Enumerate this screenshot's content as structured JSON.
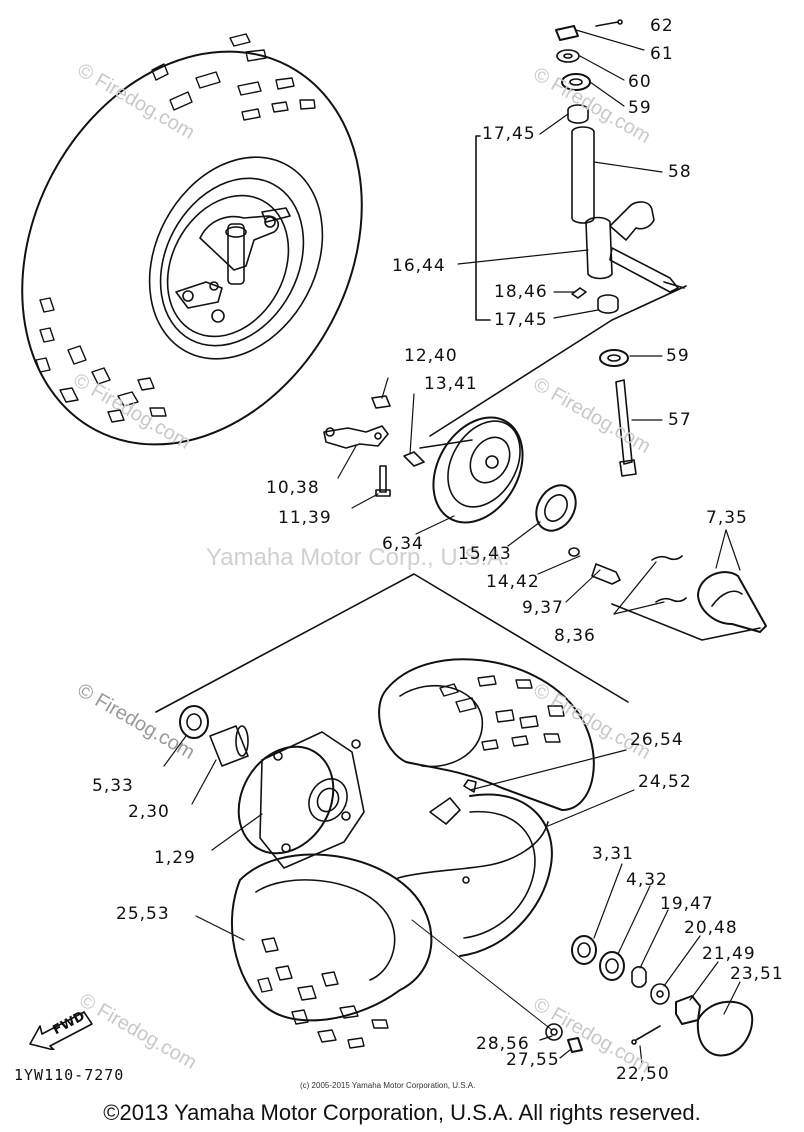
{
  "watermarks": {
    "center": "Yamaha Motor Corp., U.S.A.",
    "site": "© Firedog.com"
  },
  "part_labels": [
    {
      "id": "p62",
      "text": "62"
    },
    {
      "id": "p61",
      "text": "61"
    },
    {
      "id": "p60",
      "text": "60"
    },
    {
      "id": "p59a",
      "text": "59"
    },
    {
      "id": "p17_45a",
      "text": "17,45"
    },
    {
      "id": "p58",
      "text": "58"
    },
    {
      "id": "p16_44",
      "text": "16,44"
    },
    {
      "id": "p18_46",
      "text": "18,46"
    },
    {
      "id": "p17_45b",
      "text": "17,45"
    },
    {
      "id": "p12_40",
      "text": "12,40"
    },
    {
      "id": "p59b",
      "text": "59"
    },
    {
      "id": "p13_41",
      "text": "13,41"
    },
    {
      "id": "p57",
      "text": "57"
    },
    {
      "id": "p10_38",
      "text": "10,38"
    },
    {
      "id": "p11_39",
      "text": "11,39"
    },
    {
      "id": "p7_35",
      "text": "7,35"
    },
    {
      "id": "p6_34",
      "text": "6,34"
    },
    {
      "id": "p15_43",
      "text": "15,43"
    },
    {
      "id": "p14_42",
      "text": "14,42"
    },
    {
      "id": "p9_37",
      "text": "9,37"
    },
    {
      "id": "p8_36",
      "text": "8,36"
    },
    {
      "id": "p26_54",
      "text": "26,54"
    },
    {
      "id": "p24_52",
      "text": "24,52"
    },
    {
      "id": "p5_33",
      "text": "5,33"
    },
    {
      "id": "p2_30",
      "text": "2,30"
    },
    {
      "id": "p1_29",
      "text": "1,29"
    },
    {
      "id": "p3_31",
      "text": "3,31"
    },
    {
      "id": "p4_32",
      "text": "4,32"
    },
    {
      "id": "p19_47",
      "text": "19,47"
    },
    {
      "id": "p20_48",
      "text": "20,48"
    },
    {
      "id": "p21_49",
      "text": "21,49"
    },
    {
      "id": "p25_53",
      "text": "25,53"
    },
    {
      "id": "p23_51",
      "text": "23,51"
    },
    {
      "id": "p28_56",
      "text": "28,56"
    },
    {
      "id": "p27_55",
      "text": "27,55"
    },
    {
      "id": "p22_50",
      "text": "22,50"
    }
  ],
  "fwd_label": "FWD",
  "diagram_code": "1YW110-7270",
  "fine_print": "(c) 2005-2015 Yamaha Motor Corporation, U.S.A.",
  "copyright": "©2013 Yamaha Motor Corporation, U.S.A. All rights reserved."
}
